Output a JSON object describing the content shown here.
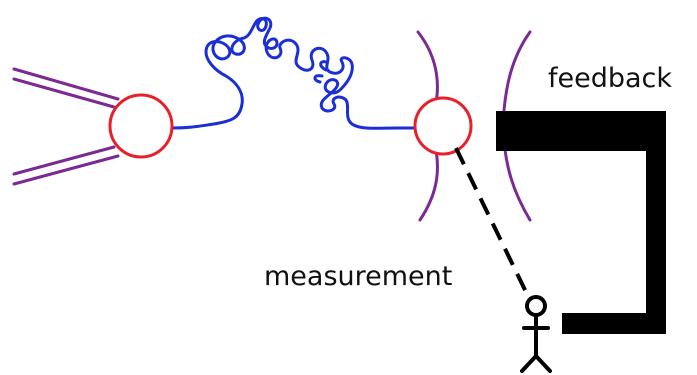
{
  "labels": {
    "feedback": "feedback",
    "measurement": "measurement"
  },
  "colors": {
    "bead_outline": "#e8202a",
    "tether": "#1a2fd6",
    "trap_lines": "#7b2a94",
    "feedback_bar": "#000000",
    "observer": "#000000"
  },
  "icons": {
    "left_bead": "circle-outline",
    "right_bead": "circle-outline",
    "observer": "stick-figure-icon"
  }
}
